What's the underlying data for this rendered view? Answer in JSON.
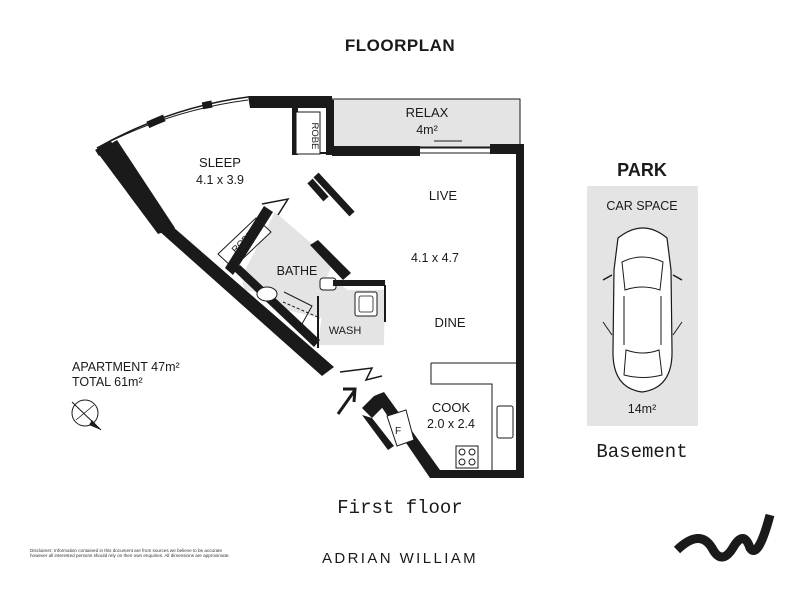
{
  "title": "FLOORPLAN",
  "rooms": {
    "relax": {
      "name": "RELAX",
      "area": "4m²"
    },
    "sleep": {
      "name": "SLEEP",
      "dims": "4.1 x 3.9"
    },
    "robe_1": "ROBE",
    "robe_2": "ROBE",
    "live": {
      "name": "LIVE",
      "dims": "4.1 x 4.7"
    },
    "dine": "DINE",
    "bathe": "BATHE",
    "wash": "WASH",
    "cook": {
      "name": "COOK",
      "dims": "2.0 x 2.4"
    },
    "fridge": "F"
  },
  "summary": {
    "apartment": "APARTMENT 47m²",
    "total": "TOTAL 61m²"
  },
  "floor_label": "First floor",
  "park": {
    "title": "PARK",
    "space_label": "CAR SPACE",
    "area": "14m²",
    "level": "Basement"
  },
  "disclaimer": "Disclaimer: Information contained in this document are from sources we believe to be accurate however all interested persons should rely on their own enquiries. All dimensions are approximate.",
  "brand": "ADRIAN WILLIAM",
  "colors": {
    "wall": "#1a1a1a",
    "wet_area": "#e4e4e4",
    "outdoor": "#e4e4e4"
  },
  "icons": {
    "compass": "compass-icon",
    "entry": "entry-arrow-icon",
    "logo": "brand-logo-icon"
  }
}
